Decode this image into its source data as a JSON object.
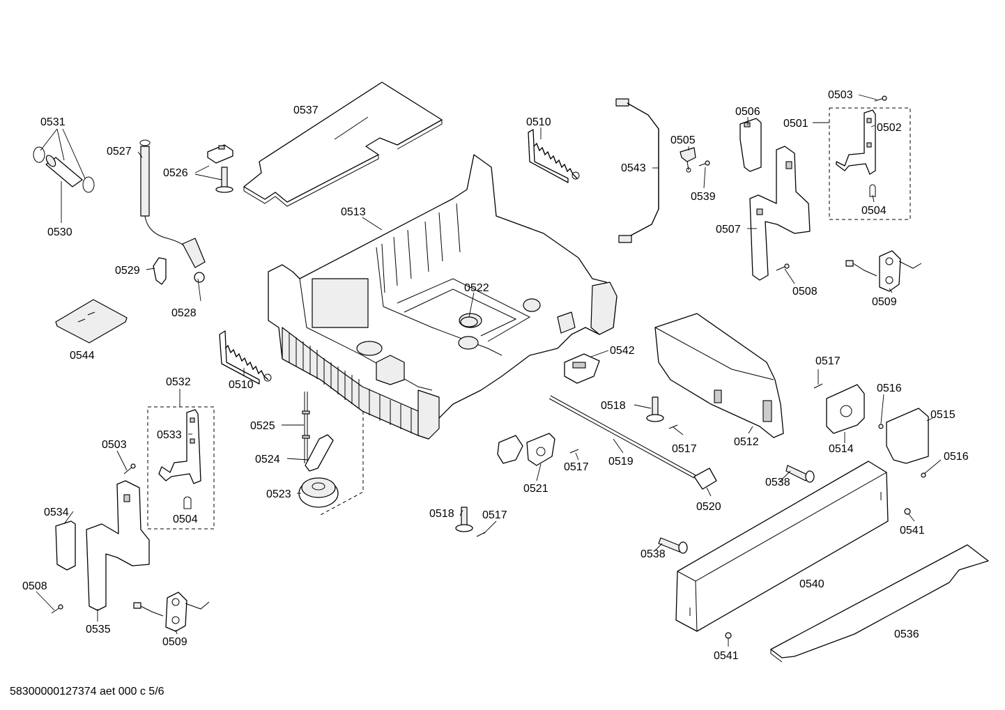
{
  "footer": {
    "doc_id": "58300000127374 aet 000 c 5/6"
  },
  "labels": {
    "p0501": "0501",
    "p0502": "0502",
    "p0503a": "0503",
    "p0503b": "0503",
    "p0504a": "0504",
    "p0504b": "0504",
    "p0505": "0505",
    "p0506": "0506",
    "p0507": "0507",
    "p0508a": "0508",
    "p0508b": "0508",
    "p0509a": "0509",
    "p0509b": "0509",
    "p0510a": "0510",
    "p0510b": "0510",
    "p0512": "0512",
    "p0513": "0513",
    "p0514": "0514",
    "p0515": "0515",
    "p0516a": "0516",
    "p0516b": "0516",
    "p0517a": "0517",
    "p0517b": "0517",
    "p0517c": "0517",
    "p0517d": "0517",
    "p0518a": "0518",
    "p0518b": "0518",
    "p0519": "0519",
    "p0520": "0520",
    "p0521": "0521",
    "p0522": "0522",
    "p0523": "0523",
    "p0524": "0524",
    "p0525": "0525",
    "p0526": "0526",
    "p0527": "0527",
    "p0528": "0528",
    "p0529": "0529",
    "p0530": "0530",
    "p0531": "0531",
    "p0532": "0532",
    "p0533": "0533",
    "p0534": "0534",
    "p0535": "0535",
    "p0536": "0536",
    "p0537": "0537",
    "p0538a": "0538",
    "p0538b": "0538",
    "p0539": "0539",
    "p0540": "0540",
    "p0541a": "0541",
    "p0541b": "0541",
    "p0542": "0542",
    "p0543": "0543",
    "p0544": "0544"
  }
}
